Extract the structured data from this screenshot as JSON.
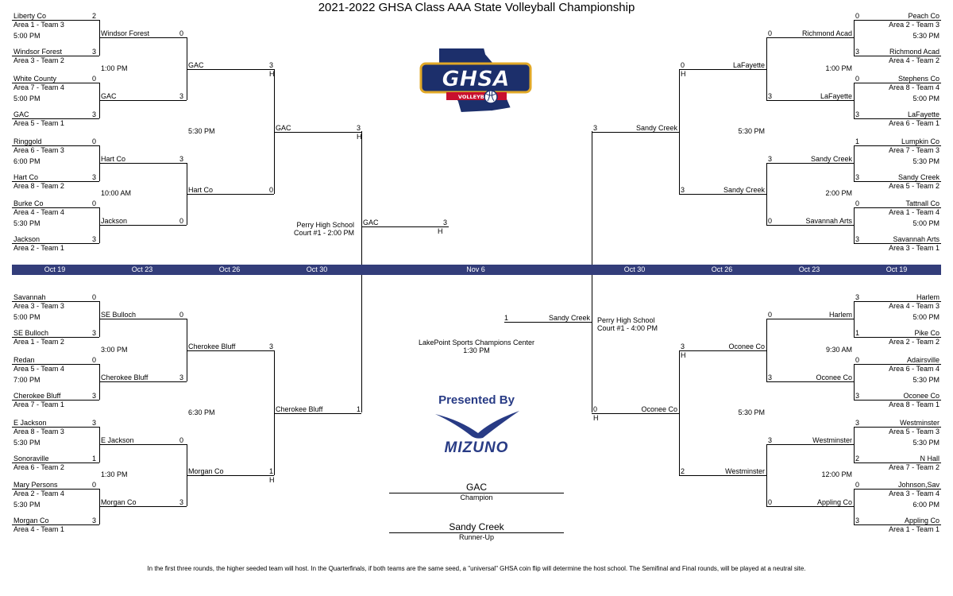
{
  "title": "2021-2022 GHSA Class AAA State Volleyball Championship",
  "logo": {
    "text": "GHSA",
    "subtext": "VOLLEYBALL",
    "colors": {
      "navy": "#1c2f6b",
      "gold": "#e1a827",
      "red": "#c8102e"
    }
  },
  "dates": {
    "l1": "Oct 19",
    "l2": "Oct 23",
    "l3": "Oct 26",
    "l4": "Oct 30",
    "final": "Nov 6",
    "r4": "Oct 30",
    "r3": "Oct 26",
    "r2": "Oct 23",
    "r1": "Oct 19"
  },
  "band_color": "#333d7a",
  "left_top": {
    "r1": [
      {
        "t1": "Liberty Co",
        "s1": "2",
        "sub1": "Area 1 - Team 3",
        "time": "5:00 PM",
        "t2": "Windsor Forest",
        "s2": "3",
        "sub2": "Area 3 - Team 2"
      },
      {
        "t1": "White County",
        "s1": "0",
        "sub1": "Area 7 - Team 4",
        "time": "5:00 PM",
        "t2": "GAC",
        "s2": "3",
        "sub2": "Area 5 - Team 1"
      },
      {
        "t1": "Ringgold",
        "s1": "0",
        "sub1": "Area 6 - Team 3",
        "time": "6:00 PM",
        "t2": "Hart Co",
        "s2": "3",
        "sub2": "Area 8 - Team 2"
      },
      {
        "t1": "Burke Co",
        "s1": "0",
        "sub1": "Area 4 - Team 4",
        "time": "5:30 PM",
        "t2": "Jackson",
        "s2": "3",
        "sub2": "Area 2 - Team 1"
      }
    ],
    "r2": [
      {
        "t1": "Windsor Forest",
        "s1": "0",
        "time": "1:00 PM",
        "t2": "GAC",
        "s2": "3"
      },
      {
        "t1": "Hart Co",
        "s1": "3",
        "time": "10:00 AM",
        "t2": "Jackson",
        "s2": "0"
      }
    ],
    "r3": {
      "t1": "GAC",
      "s1": "3",
      "h1": "H",
      "time": "5:30 PM",
      "t2": "Hart Co",
      "s2": "0"
    },
    "r4": {
      "t": "GAC",
      "s": "3",
      "h": "H"
    }
  },
  "left_bottom": {
    "r1": [
      {
        "t1": "Savannah",
        "s1": "0",
        "sub1": "Area 3 - Team 3",
        "time": "5:00 PM",
        "t2": "SE Bulloch",
        "s2": "3",
        "sub2": "Area 1 - Team 2"
      },
      {
        "t1": "Redan",
        "s1": "0",
        "sub1": "Area 5 - Team 4",
        "time": "7:00 PM",
        "t2": "Cherokee Bluff",
        "s2": "3",
        "sub2": "Area 7 - Team 1"
      },
      {
        "t1": "E Jackson",
        "s1": "3",
        "sub1": "Area 8 - Team 3",
        "time": "5:30 PM",
        "t2": "Sonoraville",
        "s2": "1",
        "sub2": "Area 6 - Team 2"
      },
      {
        "t1": "Mary Persons",
        "s1": "0",
        "sub1": "Area 2 - Team 4",
        "time": "5:30 PM",
        "t2": "Morgan Co",
        "s2": "3",
        "sub2": "Area 4 - Team 1"
      }
    ],
    "r2": [
      {
        "t1": "SE Bulloch",
        "s1": "0",
        "time": "3:00 PM",
        "t2": "Cherokee Bluff",
        "s2": "3"
      },
      {
        "t1": "E Jackson",
        "s1": "0",
        "time": "1:30 PM",
        "t2": "Morgan Co",
        "s2": "3"
      }
    ],
    "r3": {
      "t1": "Cherokee Bluff",
      "s1": "3",
      "time": "6:30 PM",
      "t2": "Morgan Co",
      "s2": "1",
      "h2": "H"
    },
    "r4": {
      "t": "Cherokee Bluff",
      "s": "1"
    }
  },
  "right_top": {
    "r1": [
      {
        "t1": "Peach Co",
        "s1": "0",
        "sub1": "Area 2 - Team 3",
        "time": "5:30 PM",
        "t2": "Richmond Acad",
        "s2": "3",
        "sub2": "Area 4 - Team 2"
      },
      {
        "t1": "Stephens Co",
        "s1": "0",
        "sub1": "Area  8 - Team 4",
        "time": "5:00 PM",
        "t2": "LaFayette",
        "s2": "3",
        "sub2": "Area 6 - Team 1"
      },
      {
        "t1": "Lumpkin Co",
        "s1": "1",
        "sub1": "Area 7 - Team 3",
        "time": "5:30 PM",
        "t2": "Sandy Creek",
        "s2": "3",
        "sub2": "Area 5 - Team 2"
      },
      {
        "t1": "Tattnall Co",
        "s1": "0",
        "sub1": "Area 1 - Team 4",
        "time": "5:00 PM",
        "t2": "Savannah Arts",
        "s2": "3",
        "sub2": "Area 3 - Team 1"
      }
    ],
    "r2": [
      {
        "t1": "Richmond Acad",
        "s1": "0",
        "time": "1:00 PM",
        "t2": "LaFayette",
        "s2": "3"
      },
      {
        "t1": "Sandy Creek",
        "s1": "3",
        "time": "2:00 PM",
        "t2": "Savannah Arts",
        "s2": "0"
      }
    ],
    "r3": {
      "t1": "LaFayette",
      "s1": "0",
      "h1": "H",
      "time": "5:30 PM",
      "t2": "Sandy Creek",
      "s2": "3"
    },
    "r4": {
      "t": "Sandy Creek",
      "s": "3"
    }
  },
  "right_bottom": {
    "r1": [
      {
        "t1": "Harlem",
        "s1": "3",
        "sub1": "Area 4 - Team 3",
        "time": "5:00 PM",
        "t2": "Pike Co",
        "s2": "1",
        "sub2": "Area 2 - Team 2"
      },
      {
        "t1": "Adairsville",
        "s1": "0",
        "sub1": "Area 6 - Team 4",
        "time": "5:30 PM",
        "t2": "Oconee Co",
        "s2": "3",
        "sub2": "Area 8 - Team 1"
      },
      {
        "t1": "Westminster",
        "s1": "3",
        "sub1": "Area 5 - Team 3",
        "time": "5:30 PM",
        "t2": "N Hall",
        "s2": "2",
        "sub2": "Area 7 - Team 2"
      },
      {
        "t1": "Johnson,Sav",
        "s1": "0",
        "sub1": "Area 3 - Team 4",
        "time": "6:00 PM",
        "t2": "Appling Co",
        "s2": "3",
        "sub2": "Area 1 - Team 1"
      }
    ],
    "r2": [
      {
        "t1": "Harlem",
        "s1": "0",
        "time": "9:30 AM",
        "t2": "Oconee Co",
        "s2": "3"
      },
      {
        "t1": "Westminster",
        "s1": "3",
        "time": "12:00 PM",
        "t2": "Appling Co",
        "s2": "0"
      }
    ],
    "r3": {
      "t1": "Oconee Co",
      "s1": "3",
      "h1": "H",
      "time": "5:30 PM",
      "t2": "Westminster",
      "s2": "2"
    },
    "r4": {
      "t": "Oconee Co",
      "s": "0",
      "h": "H"
    }
  },
  "semis": {
    "left": {
      "venue": "Perry High School",
      "court": "Court #1 - 2:00 PM",
      "winner": "GAC",
      "score": "3",
      "h": "H"
    },
    "right": {
      "venue": "Perry High School",
      "court": "Court #1 - 4:00 PM",
      "winner": "Sandy Creek",
      "score": "1"
    }
  },
  "final": {
    "venue": "LakePoint Sports Champions Center",
    "time": "1:30 PM"
  },
  "sponsor": {
    "presented": "Presented By",
    "name": "MIZUNO"
  },
  "champion": {
    "team": "GAC",
    "label": "Champion"
  },
  "runner_up": {
    "team": "Sandy Creek",
    "label": "Runner-Up"
  },
  "footer": "In the first three rounds, the higher seeded team will host. In the Quarterfinals, if both teams are the same seed, a \"universal\" GHSA coin flip will determine the host school. The Semifinal and Final rounds, will be played at a neutral site."
}
